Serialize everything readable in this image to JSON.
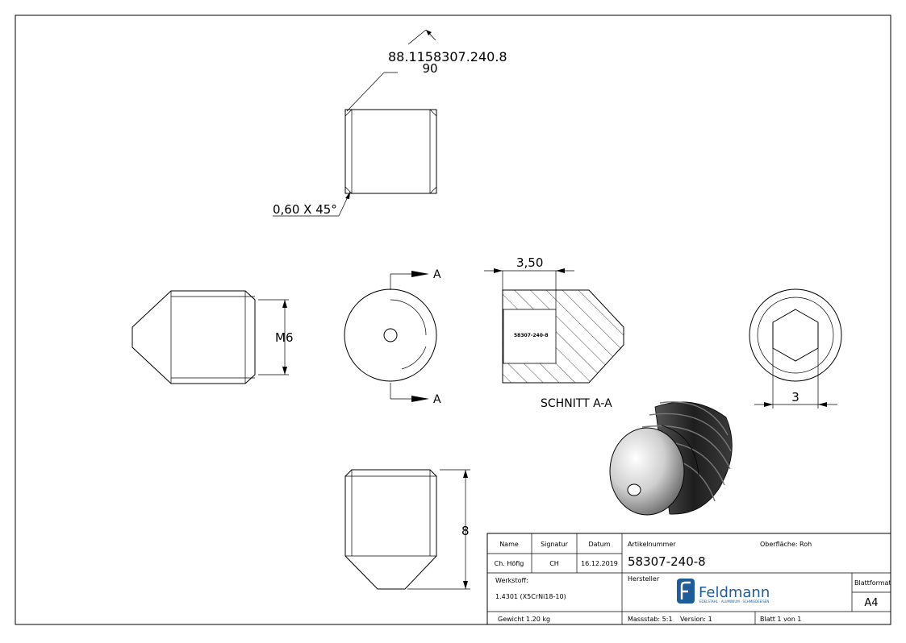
{
  "drawing": {
    "reference_number": "88.1158307.240.8",
    "angle_label": "90",
    "chamfer_note": "0,60 X 45°",
    "dim_thread": "M6",
    "section_arrow_label": "A",
    "dim_depth": "3,50",
    "section_engraving": "58307-240-8",
    "section_label": "SCHNITT A-A",
    "dim_hex": "3",
    "dim_length": "8"
  },
  "title_block": {
    "name_label": "Name",
    "signatur_label": "Signatur",
    "datum_label": "Datum",
    "artikelnummer_label": "Artikelnummer",
    "oberflaeche_label": "Oberfläche:",
    "oberflaeche_value": "Roh",
    "name_value": "Ch. Höfig",
    "signatur_value": "CH",
    "datum_value": "16.12.2019",
    "artikelnummer_value": "58307-240-8",
    "werkstoff_label": "Werkstoff:",
    "werkstoff_value": "1.4301 (X5CrNi18-10)",
    "hersteller_label": "Hersteller",
    "brand_name": "Feldmann",
    "brand_tagline": "EDELSTAHL · ALUMINIUM · SCHMIEDEEISEN",
    "blattformat_label": "Blattformat",
    "blattformat_value": "A4",
    "gewicht": "Gewicht 1.20 kg",
    "massstab": "Massstab: 5:1",
    "version": "Version: 1",
    "blatt": "Blatt 1 von 1"
  },
  "colors": {
    "brand_blue": "#1f5d99",
    "thread_dark": "#2b2b2b"
  }
}
